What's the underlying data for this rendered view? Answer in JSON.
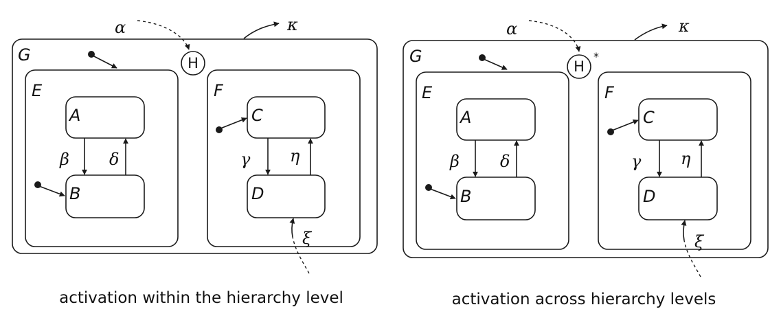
{
  "panels": [
    {
      "caption": "activation within the hierarchy level",
      "outer_state": "G",
      "history_symbol": "H",
      "history_suffix": "",
      "left_state": "E",
      "right_state": "F",
      "states": {
        "a": "A",
        "b": "B",
        "c": "C",
        "d": "D"
      },
      "events": {
        "alpha": "α",
        "kappa": "κ",
        "beta": "β",
        "delta": "δ",
        "gamma": "γ",
        "eta": "η",
        "xi": "ξ"
      }
    },
    {
      "caption": "activation across hierarchy levels",
      "outer_state": "G",
      "history_symbol": "H",
      "history_suffix": "*",
      "left_state": "E",
      "right_state": "F",
      "states": {
        "a": "A",
        "b": "B",
        "c": "C",
        "d": "D"
      },
      "events": {
        "alpha": "α",
        "kappa": "κ",
        "beta": "β",
        "delta": "δ",
        "gamma": "γ",
        "eta": "η",
        "xi": "ξ"
      }
    }
  ]
}
